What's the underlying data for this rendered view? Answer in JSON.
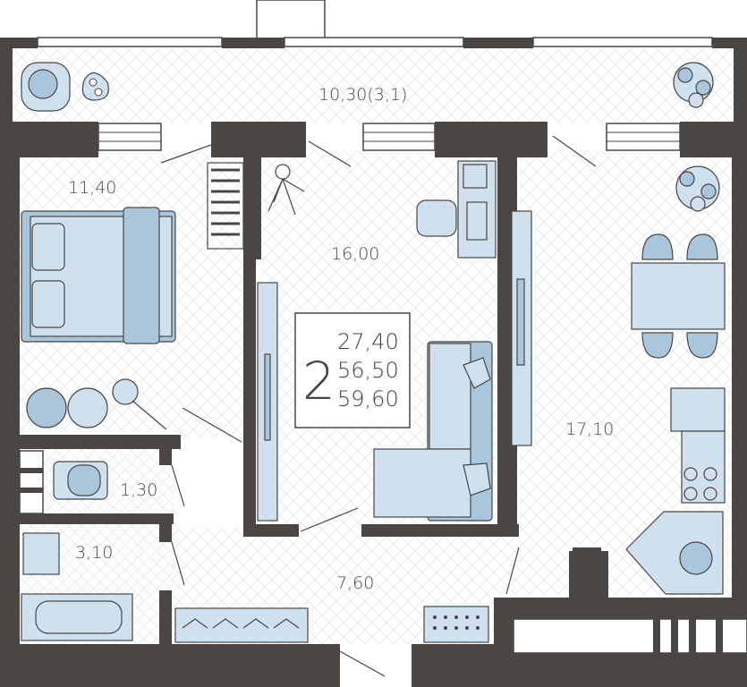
{
  "plan": {
    "rooms_count": "2",
    "areas": {
      "living": "27,40",
      "total": "56,50",
      "total_with_balcony": "59,60"
    },
    "room_labels": {
      "balcony": "10,30(3,1)",
      "bedroom": "11,40",
      "living_room": "16,00",
      "kitchen": "17,10",
      "toilet": "1,30",
      "bathroom": "3,10",
      "hall": "7,60"
    }
  },
  "colors": {
    "wall": "#4a4644",
    "furniture": "#cfe1ef",
    "furniture_dark": "#a9c6dc",
    "floor": "#f6f8fa"
  }
}
